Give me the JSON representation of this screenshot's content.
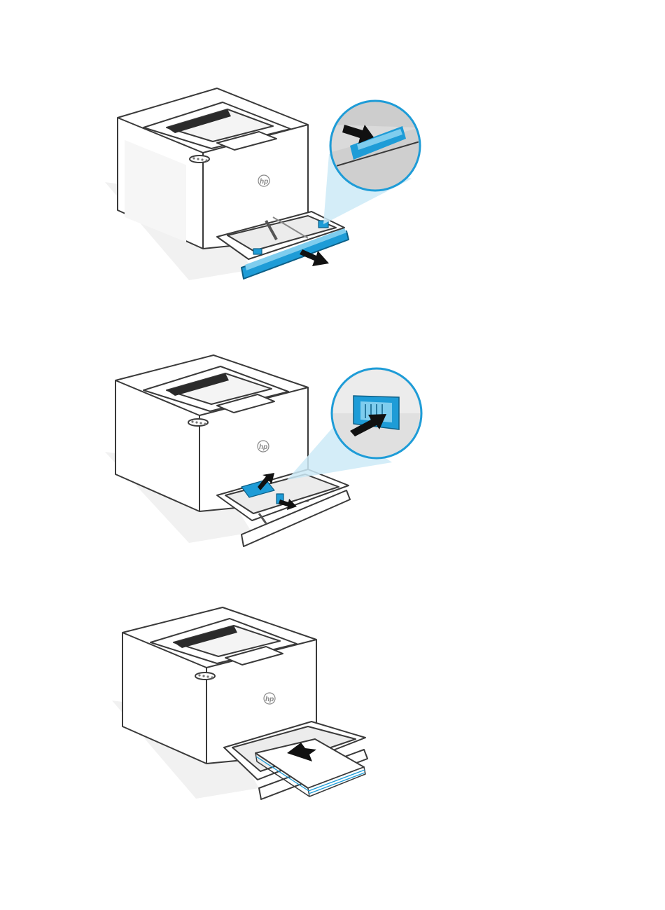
{
  "brand": {
    "logo_text": "hp"
  },
  "colors": {
    "accent": "#1e9cd7",
    "accent_light": "#7fcdee",
    "zoom_fill": "#cdeaf7",
    "outline": "#3a3a3a",
    "shadow": "#f0f0f0",
    "dark_slot": "#2b2b2b",
    "arrow": "#111111"
  },
  "steps": [
    {
      "id": "open-tray",
      "icons": [
        "printer-icon",
        "tray-pull-arrow-icon",
        "zoom-callout-icon",
        "release-latch-icon"
      ]
    },
    {
      "id": "adjust-guides",
      "icons": [
        "printer-icon",
        "guide-slide-arrow-icon",
        "zoom-callout-icon",
        "guide-squeeze-icon"
      ]
    },
    {
      "id": "load-paper",
      "icons": [
        "printer-icon",
        "paper-stack-icon",
        "insert-arrow-icon"
      ]
    }
  ]
}
